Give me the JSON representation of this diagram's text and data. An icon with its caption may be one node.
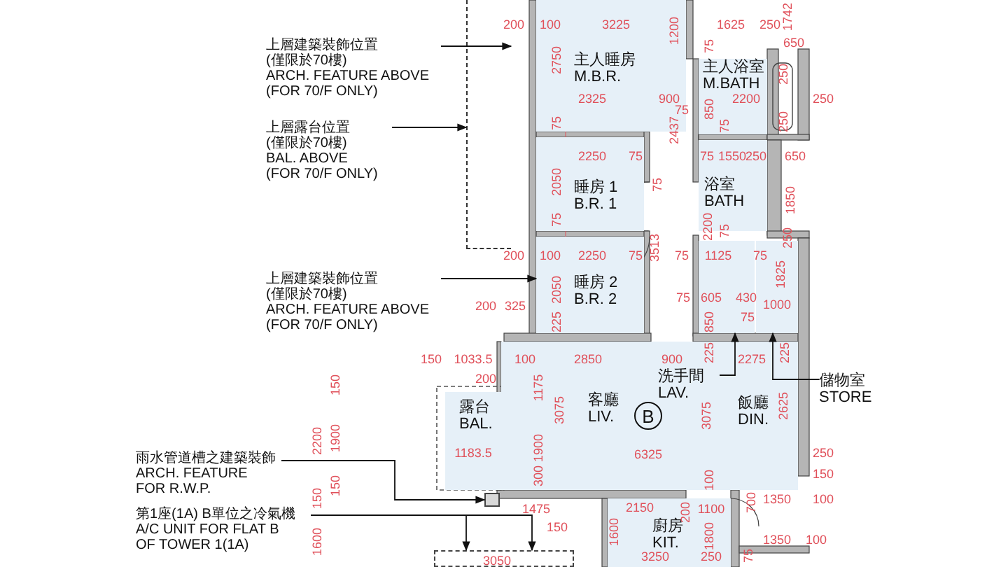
{
  "diagram": {
    "nodes": [
      {
        "text": [
          "上層建築裝飾位置(僅限於70樓)",
          "ARCH. FEATURE ABOVE (FOR 70/F ONLY)"
        ]
      },
      {
        "text": [
          "上層露台位置(僅限於70樓)",
          "BAL. ABOVE (FOR 70/F ONLY)"
        ]
      },
      {
        "text": [
          "上層建築裝飾位置(僅限於70樓)",
          "ARCH. FEATURE ABOVE (FOR 70/F ONLY)"
        ]
      },
      {
        "text": [
          "雨水管道槽之建築裝飾",
          "ARCH. FEATURE FOR R.W.P."
        ]
      },
      {
        "text": [
          "第1座(1A) B單位之冷氣機",
          "A/C UNIT FOR FLAT B OF TOWER 1(1A)"
        ]
      },
      {
        "text": [
          "儲物室",
          "STORE"
        ]
      },
      {
        "text": [
          "主人睡房",
          "M.B.R."
        ]
      },
      {
        "text": [
          "主人浴室",
          "M.BATH"
        ]
      },
      {
        "text": [
          "睡房 1",
          "B.R. 1"
        ]
      },
      {
        "text": [
          "浴室",
          "BATH"
        ]
      },
      {
        "text": [
          "睡房 2",
          "B.R. 2"
        ]
      },
      {
        "text": [
          "客廳",
          "LIV."
        ]
      },
      {
        "text": [
          "洗手間",
          "LAV."
        ],
        "in": 11
      },
      {
        "text": [
          "飯廳",
          "DIN."
        ]
      },
      {
        "text": [
          "露台",
          "BAL."
        ]
      },
      {
        "text": [
          "廚房",
          "KIT."
        ]
      },
      {
        "text": [
          "B"
        ],
        "in": 11
      },
      {
        "text": [],
        "shape": "box"
      },
      {
        "text": [],
        "shape": "box"
      },
      {
        "text": [],
        "shape": "box"
      },
      {
        "text": [],
        "shape": "box"
      },
      {
        "text": [],
        "shape": "box"
      }
    ],
    "edges": [
      {
        "from": 0,
        "to": 17,
        "arrow": "to"
      },
      {
        "from": 1,
        "to": 17,
        "arrow": "to"
      },
      {
        "from": 2,
        "to": 10,
        "arrow": "to"
      },
      {
        "from": 3,
        "to": 18,
        "arrow": "to"
      },
      {
        "from": 4,
        "to": 19,
        "arrow": "to"
      },
      {
        "from": 4,
        "to": 19,
        "arrow": "to"
      },
      {
        "from": 5,
        "to": 20,
        "arrow": "to"
      },
      {
        "from": 12,
        "to": 21,
        "arrow": "to"
      }
    ],
    "labels": [
      "1742",
      "200",
      "100",
      "3225",
      "1200",
      "1625",
      "250",
      "650",
      "75",
      "2750",
      "250",
      "2325",
      "900",
      "850",
      "2200",
      "250",
      "75",
      "250",
      "75",
      "75",
      "2437",
      "2250",
      "75",
      "75",
      "1550",
      "250",
      "650",
      "2050",
      "75",
      "1850",
      "75",
      "2200",
      "75",
      "250",
      "3513",
      "200",
      "100",
      "2250",
      "75",
      "75",
      "1125",
      "75",
      "1825",
      "2050",
      "200",
      "325",
      "75",
      "605",
      "430",
      "1000",
      "225",
      "75",
      "850",
      "225",
      "225",
      "150",
      "1033.5",
      "100",
      "2850",
      "900",
      "2275",
      "150",
      "200",
      "1175",
      "3075",
      "3075",
      "2625",
      "2200",
      "1900",
      "1900",
      "1183.5",
      "6325",
      "250",
      "150",
      "300",
      "100",
      "150",
      "150",
      "1475",
      "2150",
      "200",
      "1100",
      "700",
      "1350",
      "100",
      "150",
      "1600",
      "1800",
      "1350",
      "100",
      "1600",
      "3250",
      "3050",
      "250",
      "75"
    ]
  }
}
